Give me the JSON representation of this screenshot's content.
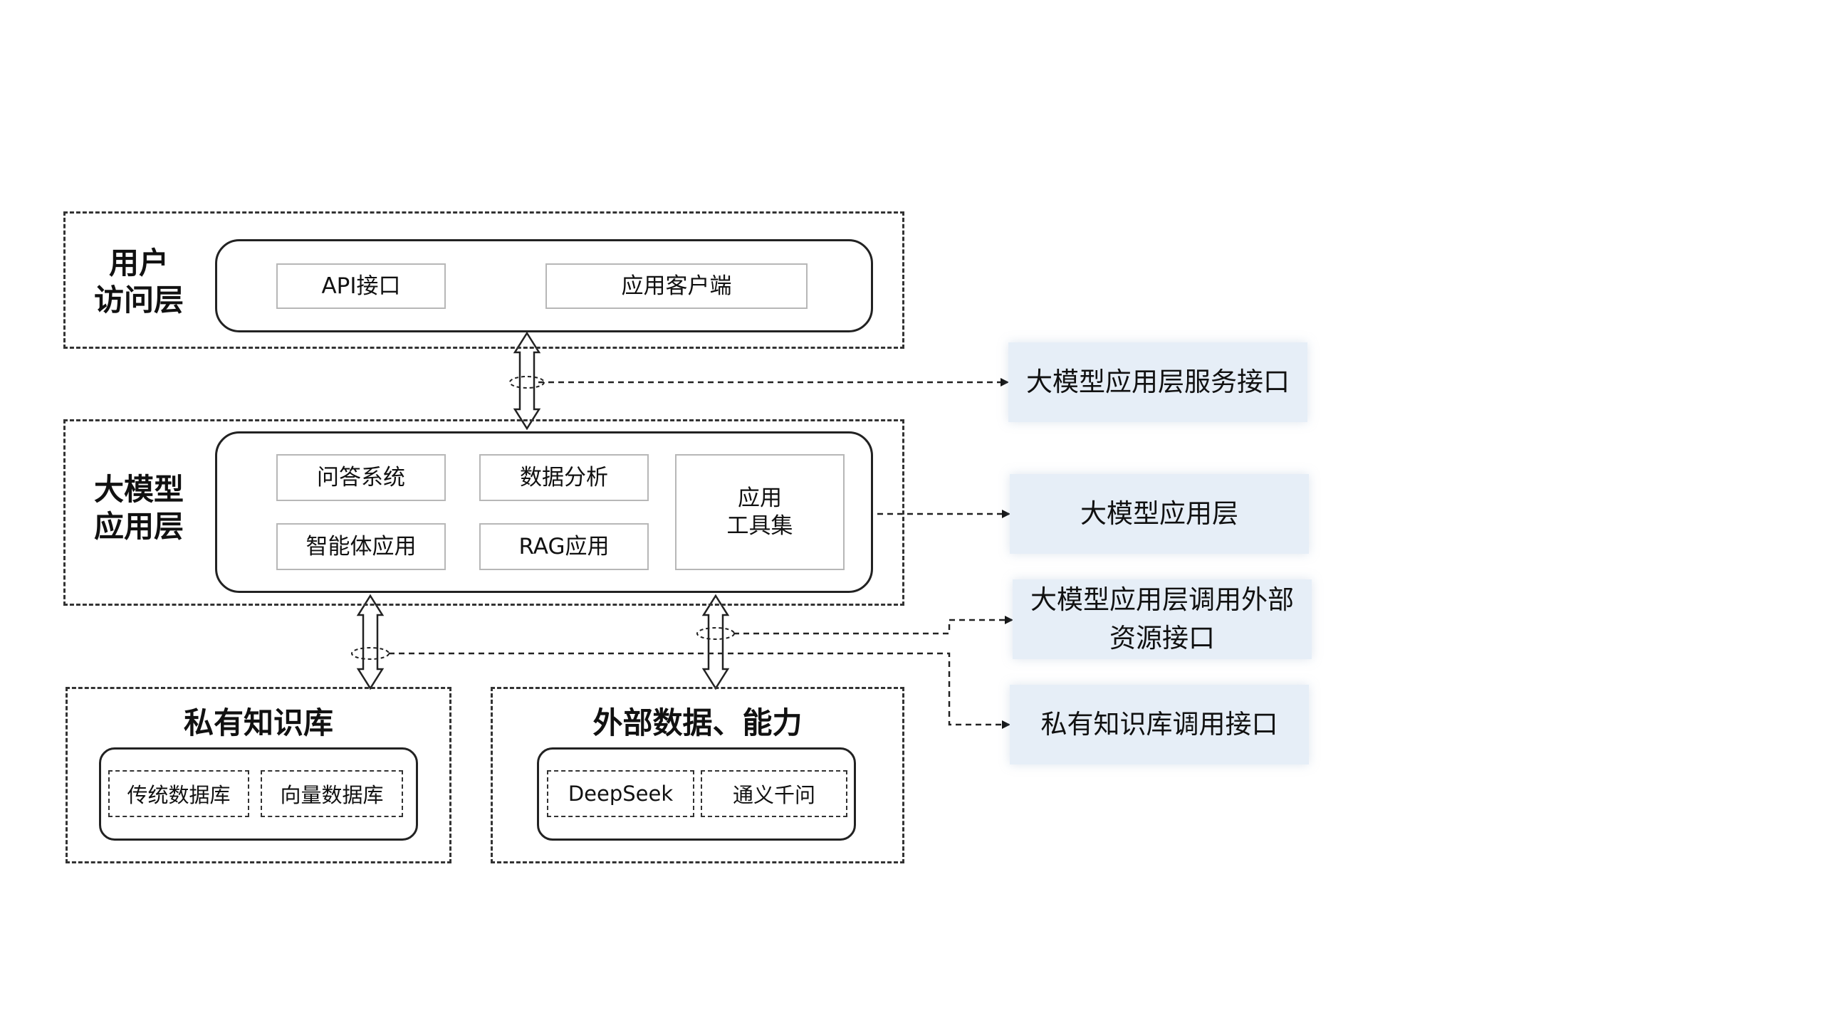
{
  "user_layer": {
    "label_line1": "用户",
    "label_line2": "访问层",
    "items": [
      "API接口",
      "应用客户端"
    ]
  },
  "model_layer": {
    "label_line1": "大模型",
    "label_line2": "应用层",
    "items": [
      "问答系统",
      "数据分析",
      "智能体应用",
      "RAG应用"
    ],
    "tools_line1": "应用",
    "tools_line2": "工具集"
  },
  "private_kb": {
    "title": "私有知识库",
    "items": [
      "传统数据库",
      "向量数据库"
    ]
  },
  "external": {
    "title": "外部数据、能力",
    "items": [
      "DeepSeek",
      "通义千问"
    ]
  },
  "interfaces": {
    "service": "大模型应用层服务接口",
    "app_layer": "大模型应用层",
    "external_line1": "大模型应用层调用外部",
    "external_line2": "资源接口",
    "private": "私有知识库调用接口"
  }
}
